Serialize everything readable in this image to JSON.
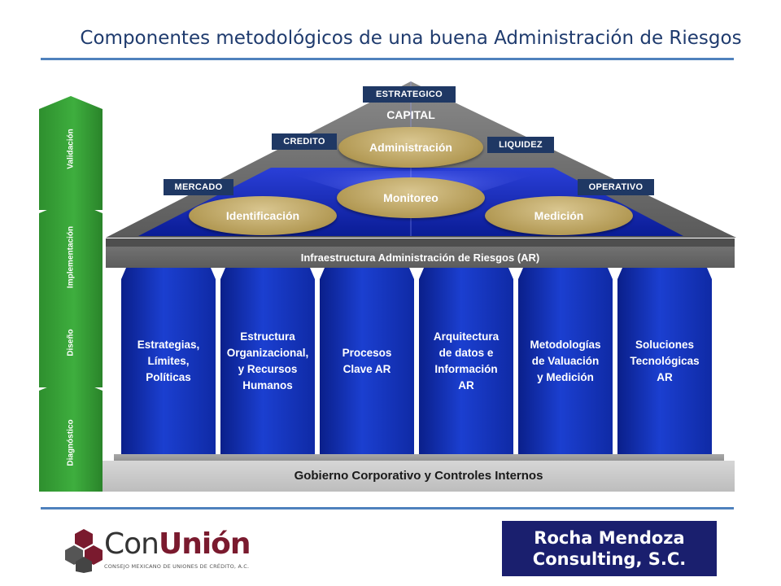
{
  "title": "Componentes metodológicos de una buena Administración de Riesgos",
  "phases": [
    {
      "label": "Validación"
    },
    {
      "label": "Implementación"
    },
    {
      "label": "Diseño"
    },
    {
      "label": "Diagnóstico"
    }
  ],
  "roof": {
    "capital_label": "CAPITAL",
    "risk_badges": {
      "estrategico": "ESTRATEGICO",
      "credito": "CREDITO",
      "liquidez": "LIQUIDEZ",
      "mercado": "MERCADO",
      "operativo": "OPERATIVO"
    },
    "process_ovals": {
      "administracion": "Administración",
      "monitoreo": "Monitoreo",
      "identificacion": "Identificación",
      "medicion": "Medición"
    }
  },
  "infrastructure_label": "Infraestructura Administración de Riesgos (AR)",
  "pillars": [
    {
      "label": "Estrategias,\nLímites,\nPolíticas"
    },
    {
      "label": "Estructura\nOrganizacional,\ny Recursos\nHumanos"
    },
    {
      "label": "Procesos\nClave AR"
    },
    {
      "label": "Arquitectura\nde datos e\nInformación\nAR"
    },
    {
      "label": "Metodologías\nde Valuación\ny Medición"
    },
    {
      "label": "Soluciones\nTecnológicas\nAR"
    }
  ],
  "base_label": "Gobierno Corporativo y Controles Internos",
  "logos": {
    "conunion_prefix": "Con",
    "conunion_bold": "Unión",
    "conunion_subtitle": "CONSEJO MEXICANO DE UNIONES DE CRÉDITO, A.C.",
    "rocha": "Rocha Mendoza\nConsulting, S.C."
  },
  "colors": {
    "title": "#1f3b6e",
    "rule": "#4f81bd",
    "badge": "#1f3864",
    "pillar": "#1b3fd0",
    "oval": "#b39a55",
    "phase": "#3eae3e",
    "roof_gray": "#6e6e6e",
    "logo_red": "#7a1a2e",
    "rocha_bg": "#1a1f6e"
  }
}
